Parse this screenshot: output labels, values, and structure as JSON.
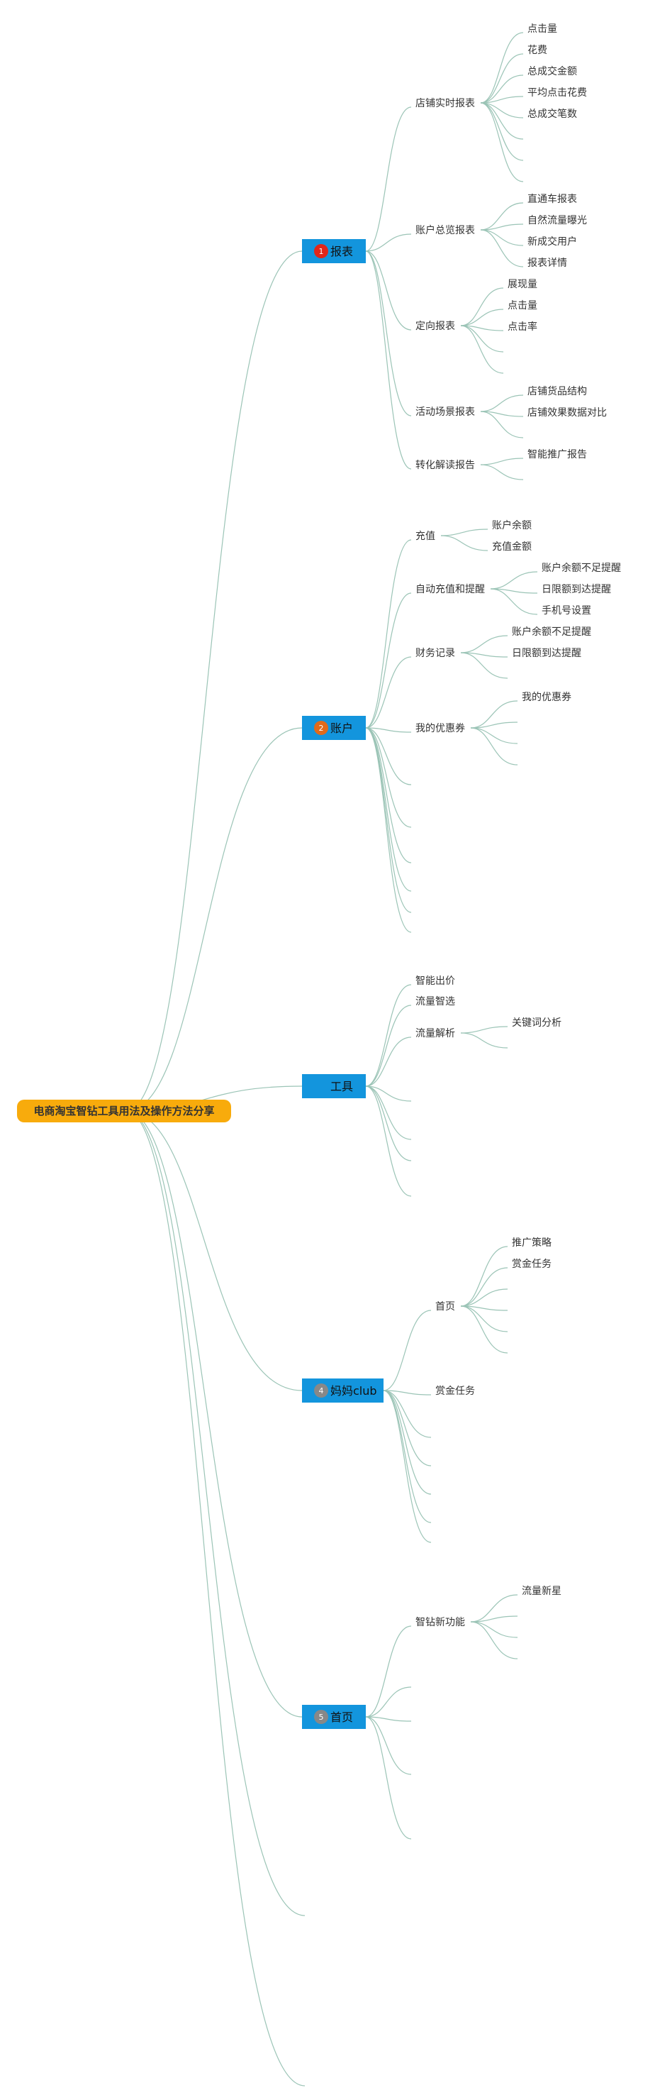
{
  "root": {
    "label": "电商淘宝智钻工具用法及操作方法分享",
    "color": "#f8ab0c"
  },
  "branch_color": "#1395dd",
  "branches": [
    {
      "label": "报表",
      "badge": "1",
      "badge_color": "#e2261a",
      "children": [
        {
          "label": "店铺实时报表",
          "children": [
            "点击量",
            "花费",
            "总成交金额",
            "平均点击花费",
            "总成交笔数",
            "",
            "",
            ""
          ]
        },
        {
          "label": "账户总览报表",
          "children": [
            "直通车报表",
            "自然流量曝光",
            "新成交用户",
            "报表详情"
          ]
        },
        {
          "label": "定向报表",
          "children": [
            "展现量",
            "点击量",
            "点击率",
            "",
            ""
          ]
        },
        {
          "label": "活动场景报表",
          "children": [
            "店铺货品结构",
            "店铺效果数据对比",
            ""
          ]
        },
        {
          "label": "转化解读报告",
          "children": [
            "智能推广报告",
            ""
          ]
        }
      ]
    },
    {
      "label": "账户",
      "badge": "2",
      "badge_color": "#e06a1a",
      "children": [
        {
          "label": "充值",
          "children": [
            "账户余额",
            "充值金额"
          ]
        },
        {
          "label": "自动充值和提醒",
          "children": [
            "账户余额不足提醒",
            "日限额到达提醒",
            "手机号设置"
          ]
        },
        {
          "label": "财务记录",
          "children": [
            "账户余额不足提醒",
            "日限额到达提醒",
            ""
          ]
        },
        {
          "label": "我的优惠券",
          "children": [
            "我的优惠券",
            "",
            "",
            ""
          ]
        },
        {
          "label": "",
          "children": []
        },
        {
          "label": "",
          "children": []
        },
        {
          "label": "",
          "children": []
        },
        {
          "label": "",
          "children": []
        },
        {
          "label": "",
          "children": []
        },
        {
          "label": "",
          "children": []
        }
      ]
    },
    {
      "label": "工具",
      "badge": "",
      "badge_color": "",
      "children": [
        {
          "label": "智能出价",
          "children": []
        },
        {
          "label": "流量智选",
          "children": []
        },
        {
          "label": "流量解析",
          "children": [
            "关键词分析",
            ""
          ]
        },
        {
          "label": "",
          "children": []
        },
        {
          "label": "",
          "children": []
        },
        {
          "label": "",
          "children": []
        },
        {
          "label": "",
          "children": []
        }
      ]
    },
    {
      "label": "妈妈club",
      "badge": "4",
      "badge_color": "#888888",
      "children": [
        {
          "label": "首页",
          "children": [
            "推广策略",
            "赏金任务",
            "",
            "",
            "",
            ""
          ]
        },
        {
          "label": "赏金任务",
          "children": []
        },
        {
          "label": "",
          "children": []
        },
        {
          "label": "",
          "children": []
        },
        {
          "label": "",
          "children": []
        },
        {
          "label": "",
          "children": []
        },
        {
          "label": "",
          "children": []
        }
      ]
    },
    {
      "label": "首页",
      "badge": "5",
      "badge_color": "#888888",
      "children": [
        {
          "label": "智钻新功能",
          "children": [
            "流量新星",
            "",
            "",
            ""
          ]
        },
        {
          "label": "",
          "children": []
        },
        {
          "label": "",
          "children": []
        },
        {
          "label": "",
          "children": []
        },
        {
          "label": "",
          "children": []
        }
      ]
    },
    {
      "label": "",
      "badge": "",
      "badge_color": "",
      "children": []
    },
    {
      "label": "",
      "badge": "",
      "badge_color": "",
      "children": []
    }
  ]
}
